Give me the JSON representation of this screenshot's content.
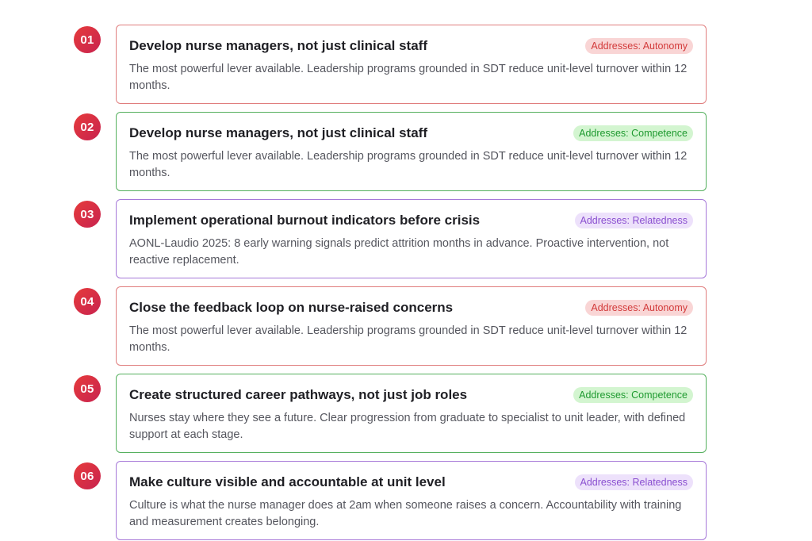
{
  "items": [
    {
      "number": "01",
      "title": "Develop nurse managers, not just clinical staff",
      "badge": "Addresses: Autonomy",
      "category": "autonomy",
      "description": "The most powerful lever available. Leadership programs grounded in SDT reduce unit-level turnover within 12 months."
    },
    {
      "number": "02",
      "title": "Develop nurse managers, not just clinical staff",
      "badge": "Addresses: Competence",
      "category": "competence",
      "description": "The most powerful lever available. Leadership programs grounded in SDT reduce unit-level turnover within 12 months."
    },
    {
      "number": "03",
      "title": "Implement operational burnout indicators before crisis",
      "badge": "Addresses: Relatedness",
      "category": "relatedness",
      "description": "AONL-Laudio 2025: 8 early warning signals predict attrition months in advance. Proactive intervention, not reactive replacement."
    },
    {
      "number": "04",
      "title": "Close the feedback loop on nurse-raised concerns",
      "badge": "Addresses: Autonomy",
      "category": "autonomy",
      "description": "The most powerful lever available. Leadership programs grounded in SDT reduce unit-level turnover within 12 months."
    },
    {
      "number": "05",
      "title": "Create structured career pathways, not just job roles",
      "badge": "Addresses: Competence",
      "category": "competence",
      "description": "Nurses stay where they see a future. Clear progression from graduate to specialist to unit leader, with defined support at each stage."
    },
    {
      "number": "06",
      "title": "Make culture visible and accountable at unit level",
      "badge": "Addresses: Relatedness",
      "category": "relatedness",
      "description": "Culture is what the nurse manager does at 2am when someone raises a concern. Accountability with training and measurement creates belonging."
    }
  ]
}
